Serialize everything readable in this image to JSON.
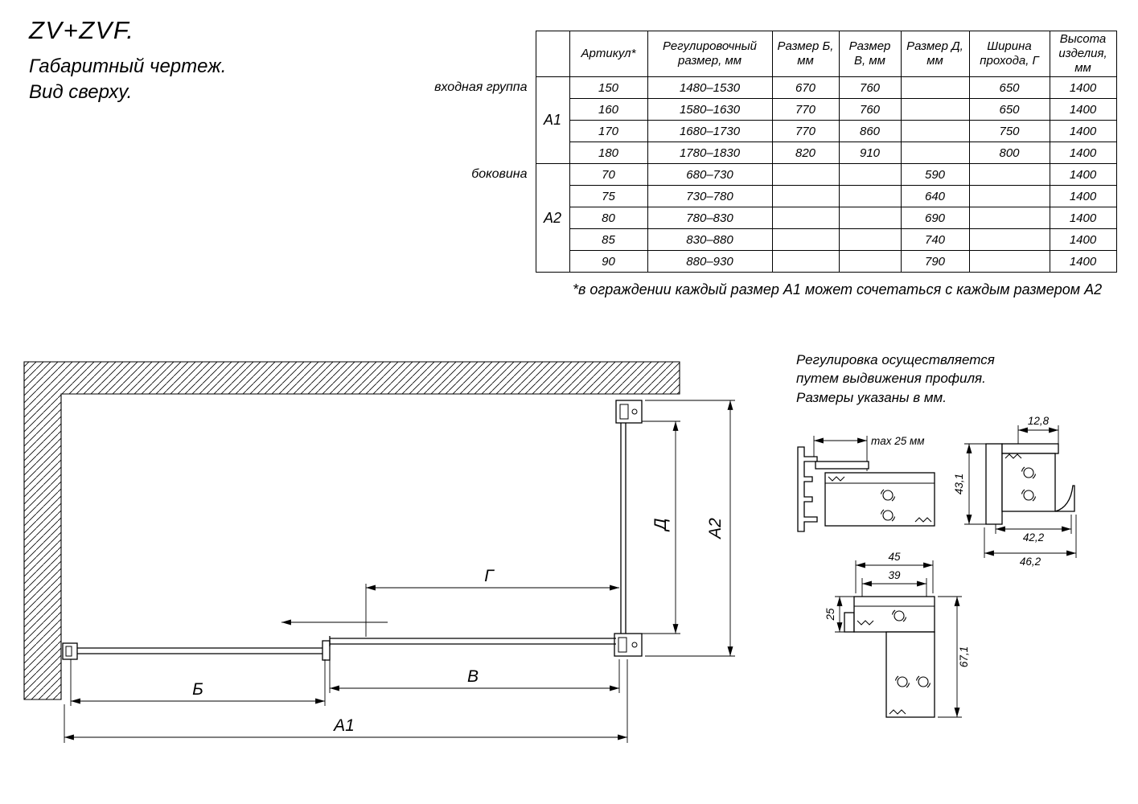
{
  "title": {
    "product": "ZV+ZVF.",
    "line2": "Габаритный чертеж.",
    "line3": "Вид сверху."
  },
  "table": {
    "headers": [
      "Артикул*",
      "Регулировочный размер, мм",
      "Размер Б, мм",
      "Размер В, мм",
      "Размер Д, мм",
      "Ширина прохода, Г",
      "Высота изделия, мм"
    ],
    "groups": [
      {
        "label": "входная группа",
        "code": "А1",
        "rows": [
          [
            "150",
            "1480–1530",
            "670",
            "760",
            "",
            "650",
            "1400"
          ],
          [
            "160",
            "1580–1630",
            "770",
            "760",
            "",
            "650",
            "1400"
          ],
          [
            "170",
            "1680–1730",
            "770",
            "860",
            "",
            "750",
            "1400"
          ],
          [
            "180",
            "1780–1830",
            "820",
            "910",
            "",
            "800",
            "1400"
          ]
        ]
      },
      {
        "label": "боковина",
        "code": "А2",
        "rows": [
          [
            "70",
            "680–730",
            "",
            "",
            "590",
            "",
            "1400"
          ],
          [
            "75",
            "730–780",
            "",
            "",
            "640",
            "",
            "1400"
          ],
          [
            "80",
            "780–830",
            "",
            "",
            "690",
            "",
            "1400"
          ],
          [
            "85",
            "830–880",
            "",
            "",
            "740",
            "",
            "1400"
          ],
          [
            "90",
            "880–930",
            "",
            "",
            "790",
            "",
            "1400"
          ]
        ]
      }
    ],
    "footnote": "*в ограждении каждый размер А1 может сочетаться с каждым размером А2"
  },
  "note": {
    "line1": "Регулировка осуществляется",
    "line2": "путем выдвижения профиля.",
    "line3": "Размеры указаны в мм."
  },
  "plan": {
    "dim_b": "Б",
    "dim_v": "В",
    "dim_a1": "А1",
    "dim_g": "Г",
    "dim_d": "Д",
    "dim_a2": "А2"
  },
  "details": {
    "max_extension": "max 25 мм",
    "top_width": "12,8",
    "side_height": "43,1",
    "inner_width": "42,2",
    "outer_width": "46,2",
    "corner_outer": "45",
    "corner_inner": "39",
    "corner_depth": "25",
    "corner_height": "67,1"
  },
  "colors": {
    "line": "#000000",
    "background": "#ffffff"
  }
}
